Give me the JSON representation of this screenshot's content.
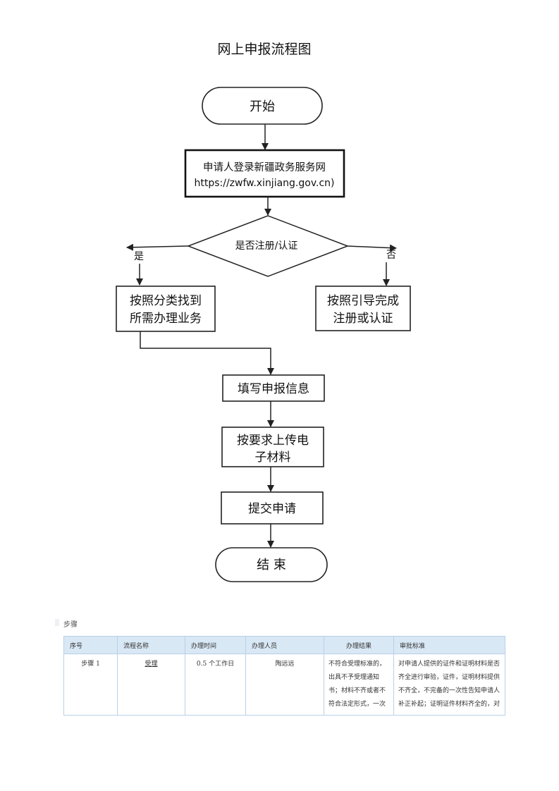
{
  "page_title": "网上申报流程图",
  "flowchart": {
    "start": "开始",
    "login_line1": "申请人登录新疆政务服务网",
    "login_line2": "https://zwfw.xinjiang.gov.cn)",
    "decision": "是否注册/认证",
    "yes": "是",
    "no": "否",
    "find_line1": "按照分类找到",
    "find_line2": "所需办理业务",
    "guide_line1": "按照引导完成",
    "guide_line2": "注册或认证",
    "fill": "填写申报信息",
    "upload_line1": "按要求上传电",
    "upload_line2": "子材料",
    "submit": "提交申请",
    "end": "结 束"
  },
  "steps_section": {
    "label": "步骤",
    "headers": [
      "序号",
      "流程名称",
      "办理时间",
      "办理人员",
      "办理结果",
      "审批标准"
    ],
    "rows": [
      {
        "index": "步骤 1",
        "name": "受理",
        "time": "0.5 个工作日",
        "person": "陶远远",
        "result": "不符合受理标准的，出具不予受理通知书；材料不齐或者不符合法定形式，一次性告知补",
        "standard": "对申请人提供的证件和证明材料是否齐全进行审验，证件，证明材料提供不齐全，不完备的一次性告知申请人补正补起；证明证件材料齐全的，对"
      }
    ]
  }
}
